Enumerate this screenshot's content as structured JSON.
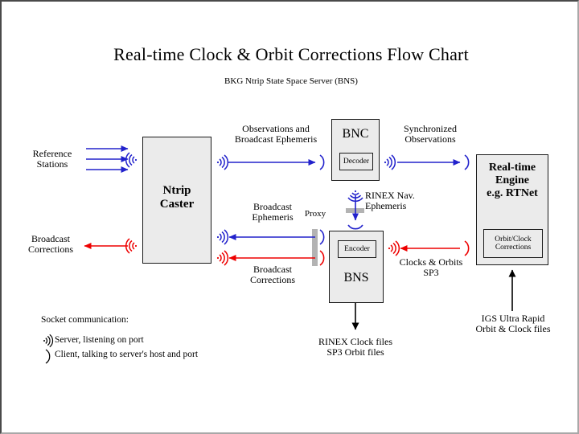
{
  "diagram": {
    "title": "Real-time Clock & Orbit Corrections Flow Chart",
    "subtitle": "BKG Ntrip State Space Server  (BNS)",
    "colors": {
      "blue": "#2222cc",
      "red": "#ee0000",
      "black": "#000000",
      "box_fill": "#ebebeb",
      "box_stroke": "#1a1a1a",
      "proxy_gray": "#b3b3b3",
      "frame_dark": "#4a4a4a",
      "frame_light": "#a8a8a8",
      "background": "#ffffff"
    }
  },
  "nodes": {
    "ntrip_caster": {
      "label": "Ntrip\nCaster"
    },
    "bnc": {
      "label": "BNC",
      "inner": "Decoder"
    },
    "bns": {
      "label": "BNS",
      "inner": "Encoder"
    },
    "rt_engine": {
      "label": "Real-time\nEngine\ne.g. RTNet",
      "inner": "Orbit/Clock\nCorrections"
    }
  },
  "labels": {
    "reference_stations": "Reference\nStations",
    "broadcast_corrections_left": "Broadcast\nCorrections",
    "observations_and_broadcast_ephemeris": "Observations and\nBroadcast Ephemeris",
    "synchronized_observations": "Synchronized\nObservations",
    "broadcast_ephemeris_mid": "Broadcast\nEphemeris",
    "broadcast_corrections_mid": "Broadcast\nCorrections",
    "proxy": "Proxy",
    "rinex_nav_ephemeris": "RINEX Nav.\nEphemeris",
    "clocks_and_orbits_sp3": "Clocks & Orbits\nSP3",
    "rinex_clock_sp3_files": "RINEX Clock files\nSP3 Orbit files",
    "igs_ultra_rapid": "IGS Ultra Rapid\nOrbit & Clock files"
  },
  "legend": {
    "heading": "Socket communication:",
    "server": "Server, listening on port",
    "client": "Client, talking to server's host and port",
    "server_icon": "socket-server-antenna-icon",
    "client_icon": "socket-client-paren-icon"
  },
  "icons": {
    "antenna_blue": "antenna-icon-blue",
    "antenna_red": "antenna-icon-red",
    "client_blue": "client-paren-icon-blue",
    "client_red": "client-paren-icon-red"
  }
}
